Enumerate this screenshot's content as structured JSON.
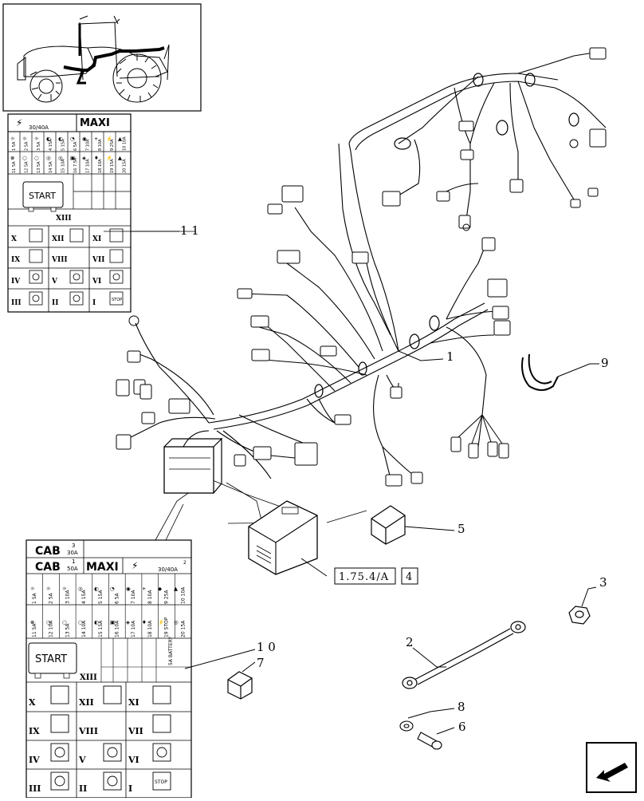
{
  "callouts": {
    "c1": "1",
    "c2": "2",
    "c3": "3",
    "c5": "5",
    "c6": "6",
    "c7": "7",
    "c8": "8",
    "c9": "9",
    "c10": "1 0",
    "c11": "1 1"
  },
  "reference": {
    "code": "1.75.4/A",
    "page": "4"
  },
  "fuse_box_top": {
    "maxi_label": "MAXI",
    "rating": "30/40A",
    "start_label": "START",
    "row_numerals": {
      "xiii": "XIII",
      "x": "X",
      "xii": "XII",
      "xi": "XI",
      "ix": "IX",
      "viii": "VIII",
      "vii": "VII",
      "iv": "IV",
      "v": "V",
      "vi": "VI",
      "iii": "III",
      "ii": "II",
      "i": "I"
    },
    "stop_label": "STOP",
    "fuses_row1": [
      "11\n5A",
      "12\n5A",
      "13\n5A",
      "14\n5A",
      "15\n10A",
      "16\n7.5A",
      "17\n10A",
      "18\n10A",
      "19\n15A",
      "20\n15A"
    ],
    "fuses_row2": [
      "1\n5A",
      "2\n5A",
      "3\n5A",
      "4\n15A",
      "5\n15A",
      "6\n5A",
      "7\n10A",
      "8\n10A",
      "9\n25A",
      "10\n10A"
    ]
  },
  "fuse_box_bottom": {
    "cab_label": "CAB",
    "cab1_rating": "30A",
    "cab1_num": "3",
    "cab2_rating": "50A",
    "cab2_num": "1",
    "maxi_label": "MAXI",
    "rating": "30/40A",
    "rating_num": "2",
    "start_label": "START",
    "battery_label": "5A BATTERY",
    "row_numerals": {
      "xiii": "XIII",
      "x": "X",
      "xii": "XII",
      "xi": "XI",
      "ix": "IX",
      "viii": "VIII",
      "vii": "VII",
      "iv": "IV",
      "v": "V",
      "vi": "VI",
      "iii": "III",
      "ii": "II",
      "i": "I"
    },
    "stop_label": "STOP",
    "fuse_top": [
      "1 5A",
      "2 5A",
      "3 10A",
      "4 15A",
      "5 15A",
      "6 5A",
      "7 10A",
      "8 10A",
      "9 25A",
      "10 10A"
    ],
    "fuse_bot": [
      "11 5A",
      "12 10A",
      "13 5A",
      "14 10A",
      "15 15A",
      "16 10A",
      "17 10A",
      "18 10A",
      "19 STOP",
      "20 15A"
    ]
  }
}
